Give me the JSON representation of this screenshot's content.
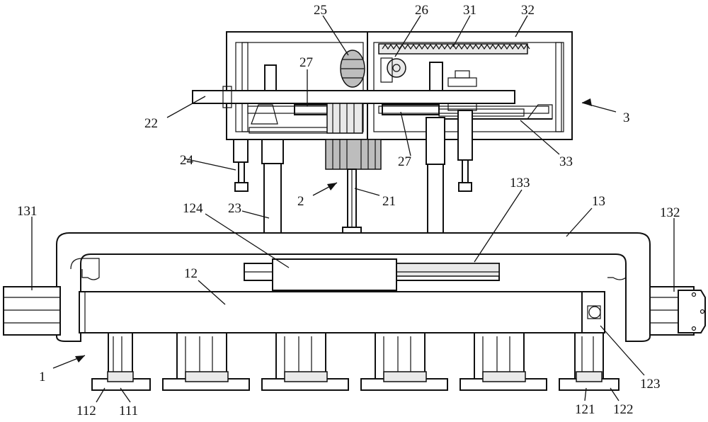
{
  "labels": {
    "l1": "1",
    "l2": "2",
    "l3": "3",
    "l12": "12",
    "l13": "13",
    "l21": "21",
    "l22": "22",
    "l23": "23",
    "l24": "24",
    "l25": "25",
    "l26": "26",
    "l27a": "27",
    "l27b": "27",
    "l31": "31",
    "l32": "32",
    "l33": "33",
    "l111": "111",
    "l112": "112",
    "l121": "121",
    "l122": "122",
    "l123": "123",
    "l124": "124",
    "l131": "131",
    "l132": "132",
    "l133": "133"
  }
}
